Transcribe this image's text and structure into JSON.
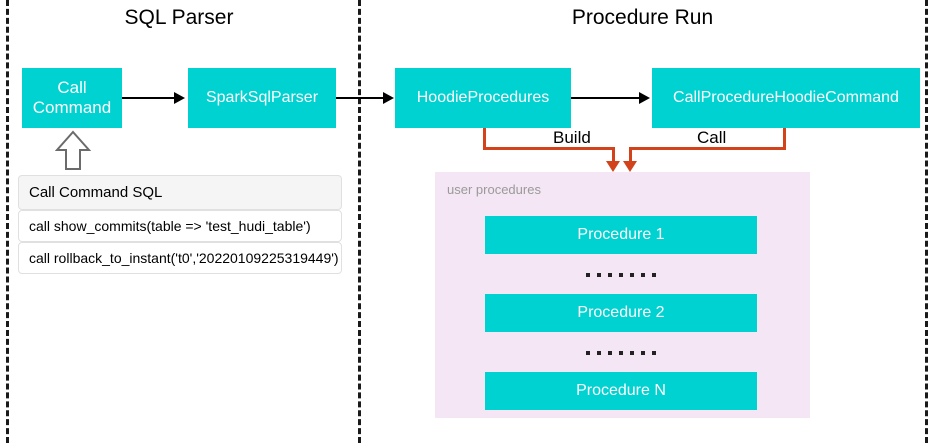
{
  "panels": {
    "left_title": "SQL Parser",
    "right_title": "Procedure Run"
  },
  "nodes": {
    "call_command": "Call\nCommand",
    "call_command_line1": "Call",
    "call_command_line2": "Command",
    "spark_sql_parser": "SparkSqlParser",
    "hoodie_procedures": "HoodieProcedures",
    "call_procedure_hoodie_command": "CallProcedureHoodieCommand"
  },
  "edges": {
    "build_label": "Build",
    "call_label": "Call"
  },
  "sql_table": {
    "header": "Call Command SQL",
    "rows": [
      "call show_commits(table => 'test_hudi_table')",
      "call rollback_to_instant('t0','20220109225319449')"
    ]
  },
  "user_procedures": {
    "label": "user procedures",
    "items": [
      "Procedure 1",
      "Procedure 2",
      "Procedure N"
    ],
    "separator": "......."
  },
  "colors": {
    "node_fill": "#00D1D1",
    "node_text": "#ffffff",
    "connector_orange": "#D2431B",
    "panel_pink": "#f4e6f4",
    "divider": "#1a1a1a",
    "table_header_bg": "#f5f5f5",
    "muted_text": "#9a9a9a"
  }
}
